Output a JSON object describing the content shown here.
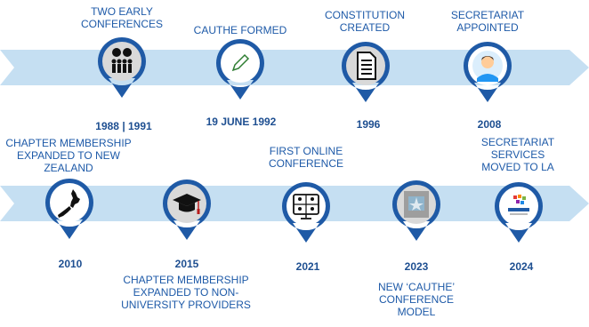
{
  "events_top": [
    {
      "label": "TWO EARLY\nCONFERENCES",
      "date": "1988 | 1991",
      "icon": "people-icon"
    },
    {
      "label": "CAUTHE FORMED",
      "date": "19 JUNE 1992",
      "icon": "pen-icon"
    },
    {
      "label": "CONSTITUTION\nCREATED",
      "date": "1996",
      "icon": "document-icon"
    },
    {
      "label": "SECRETARIAT\nAPPOINTED",
      "date": "2008",
      "icon": "person-icon"
    }
  ],
  "events_bottom": [
    {
      "label": "CHAPTER MEMBERSHIP\nEXPANDED TO NEW\nZEALAND",
      "date": "2010",
      "icon": "new-zealand-map-icon"
    },
    {
      "label": "CHAPTER MEMBERSHIP\nEXPANDED TO NON-\nUNIVERSITY PROVIDERS",
      "date": "2015",
      "icon": "graduation-cap-icon"
    },
    {
      "label": "FIRST ONLINE\nCONFERENCE",
      "date": "2021",
      "icon": "video-call-icon"
    },
    {
      "label": "NEW ‘CAUTHE’\nCONFERENCE\nMODEL",
      "date": "2023",
      "icon": "conference-badge-icon"
    },
    {
      "label": "SECRETARIAT\nSERVICES\nMOVED TO LA",
      "date": "2024",
      "icon": "leishman-logo-icon"
    }
  ],
  "colors": {
    "band": "#c5dff2",
    "pin": "#1f5aa6",
    "pin_fill": "#d9d9d9",
    "text": "#1e5aa8"
  }
}
